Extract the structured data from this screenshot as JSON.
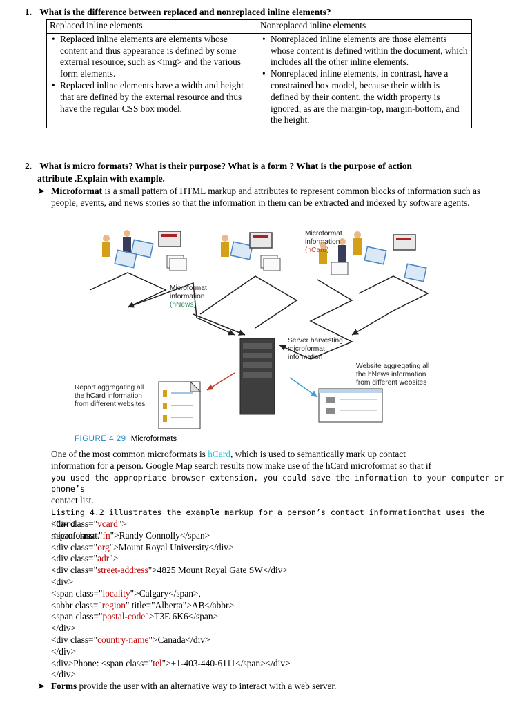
{
  "q1": {
    "number": "1.",
    "text": "What is the difference between replaced and nonreplaced inline elements?",
    "table": {
      "headers": [
        "Replaced inline elements",
        "Nonreplaced inline elements"
      ],
      "left": [
        "Replaced inline elements are elements whose content and thus appearance is defined by some external resource, such as <img> and the various form elements.",
        "Replaced inline elements have a width and height that are defined by the external resource and thus have the regular CSS box model."
      ],
      "right": [
        "Nonreplaced inline elements are those elements whose content is defined within the document, which includes all the other inline elements.",
        "Nonreplaced inline elements, in contrast, have a constrained box model, because their width is defined by their content, the width property is ignored, as are the margin-top, margin-bottom, and the height."
      ]
    }
  },
  "q2": {
    "number": "2.",
    "line1": "What is micro formats? What is their purpose? What is a form ? What is the purpose of action",
    "line2": "attribute .Explain with example."
  },
  "microformat": {
    "bold": "Microformat",
    "rest": " is a small pattern of HTML markup and attributes to represent common blocks of information such as people, events, and news stories so that the information in them can be extracted and indexed by software agents."
  },
  "figure": {
    "label_hcard_top": [
      "Microformat",
      "information",
      "(hCard)"
    ],
    "label_hnews": [
      "Microformat",
      "information",
      "(hNews)"
    ],
    "label_server": [
      "Server harvesting",
      "microformat",
      "information"
    ],
    "label_website": [
      "Website aggregating all",
      "the hNews information",
      "from different websites"
    ],
    "label_report": [
      "Report aggregating all",
      "the hCard information",
      "from different websites"
    ],
    "caption_num": "FIGURE 4.29",
    "caption_text": "Microformats",
    "colors": {
      "hcard": "#c0392b",
      "hnews": "#2e8b57",
      "figure_number": "#1e88c8",
      "arrow_red": "#c0392b",
      "arrow_blue": "#3aa0d8"
    }
  },
  "body": {
    "p1_a": "One of the most common microformats is ",
    "p1_hcard": "hCard",
    "p1_b": ", which is used to semantically mark up contact",
    "p1_c": "information for a person. Google Map search results now make use of the hCard microformat so that if",
    "p1_d": "you used the appropriate browser extension, you could save the information to your computer or phone’s",
    "p1_e": "contact list.",
    "p2_a": "Listing 4.2 illustrates the example markup for a person’s contact informationthat uses the hCard",
    "p2_b": "microformat."
  },
  "code": [
    [
      "<div class=\"",
      "vcard",
      "\">"
    ],
    [
      "<span class=\"",
      "fn",
      "\">Randy Connolly</span>"
    ],
    [
      "<div class=\"",
      "org",
      "\">Mount Royal University</div>"
    ],
    [
      "<div class=\"",
      "adr",
      "\">"
    ],
    [
      "<div class=\"",
      "street-address",
      "\">4825 Mount Royal Gate SW</div>"
    ],
    [
      "<div>",
      "",
      ""
    ],
    [
      "<span class=\"",
      "locality",
      "\">Calgary</span>,"
    ],
    [
      "<abbr class=\"",
      "region",
      "\" title=\"Alberta\">AB</abbr>"
    ],
    [
      "<span class=\"",
      "postal-code",
      "\">T3E 6K6</span>"
    ],
    [
      "</div>",
      "",
      ""
    ],
    [
      "<div class=\"",
      "country-name",
      "\">Canada</div>"
    ],
    [
      "</div>",
      "",
      ""
    ],
    [
      "<div>Phone: <span class=\"",
      "tel",
      "\">+1-403-440-6111</span></div>"
    ],
    [
      "</div>",
      "",
      ""
    ]
  ],
  "forms": {
    "bold": "Forms",
    "rest": " provide the user with an alternative way to interact with a web server."
  }
}
